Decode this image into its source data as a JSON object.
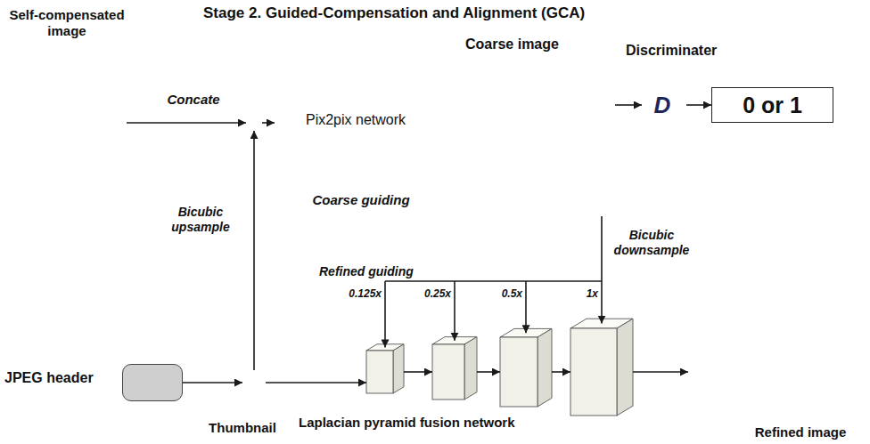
{
  "diagram": {
    "title": "Stage 2. Guided-Compensation and Alignment (GCA)",
    "nodes": [
      {
        "text": [
          "Self-compensated image"
        ]
      },
      {
        "text": [
          "Concate"
        ]
      },
      {
        "text": [
          "Pix2pix network",
          "Coarse guiding"
        ]
      },
      {
        "text": [
          "Coarse image"
        ]
      },
      {
        "text": [
          "Discriminater",
          "D"
        ]
      },
      {
        "text": [
          "0 or 1"
        ]
      },
      {
        "text": [
          "JPEG header"
        ]
      },
      {
        "text": [
          "Thumbnail"
        ]
      },
      {
        "text": [
          "Laplacian pyramid fusion network"
        ]
      },
      {
        "text": [
          "Refined image"
        ]
      }
    ],
    "edges": [
      {
        "from": 0,
        "to": 1,
        "arrow": "to"
      },
      {
        "from": 1,
        "to": 2,
        "arrow": "to"
      },
      {
        "from": 7,
        "to": 1,
        "label": "Bicubic upsample",
        "arrow": "to"
      },
      {
        "from": 3,
        "to": 4,
        "arrow": "to"
      },
      {
        "from": 4,
        "to": 5,
        "arrow": "to"
      },
      {
        "from": 3,
        "to": 8,
        "label": "Bicubic downsample",
        "arrow": "to"
      },
      {
        "from": 6,
        "to": 7,
        "arrow": "to"
      },
      {
        "from": 7,
        "to": 8,
        "arrow": "to"
      },
      {
        "from": 8,
        "to": 9,
        "arrow": "to"
      }
    ],
    "labels": [
      "Refined guiding",
      "0.125x",
      "0.25x",
      "0.5x",
      "1x"
    ]
  }
}
